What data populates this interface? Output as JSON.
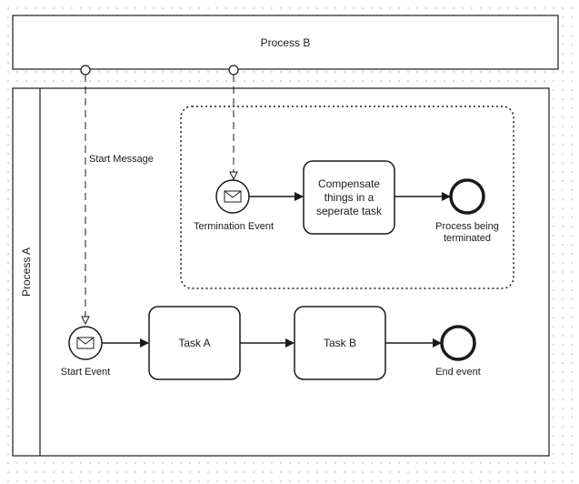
{
  "pools": {
    "process_b": "Process B",
    "process_a": "Process A"
  },
  "message_flows": {
    "start_message": "Start Message"
  },
  "events": {
    "termination_event": "Termination Event",
    "process_terminated_line1": "Process being",
    "process_terminated_line2": "terminated",
    "start_event": "Start Event",
    "end_event": "End event"
  },
  "tasks": {
    "compensate_line1": "Compensate",
    "compensate_line2": "things in a",
    "compensate_line3": "seperate task",
    "task_a": "Task A",
    "task_b": "Task B"
  },
  "colors": {
    "stroke": "#1a1a1a",
    "background": "#ffffff",
    "grid_dot": "#d0d0d0"
  }
}
